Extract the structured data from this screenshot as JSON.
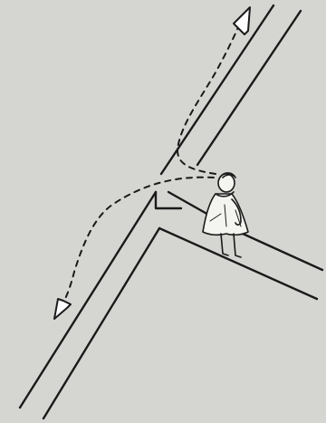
{
  "scene": {
    "background_color": "#d5d5d2",
    "ink_color": "#1a1a1a",
    "figure_fill": "#f4f4f0",
    "elements": [
      {
        "name": "main-road",
        "kind": "road"
      },
      {
        "name": "side-road",
        "kind": "road"
      },
      {
        "name": "pedestrian",
        "kind": "person-sketch"
      },
      {
        "name": "path-up-arrow",
        "kind": "dashed-arrow"
      },
      {
        "name": "path-down-arrow",
        "kind": "dashed-arrow"
      }
    ]
  }
}
